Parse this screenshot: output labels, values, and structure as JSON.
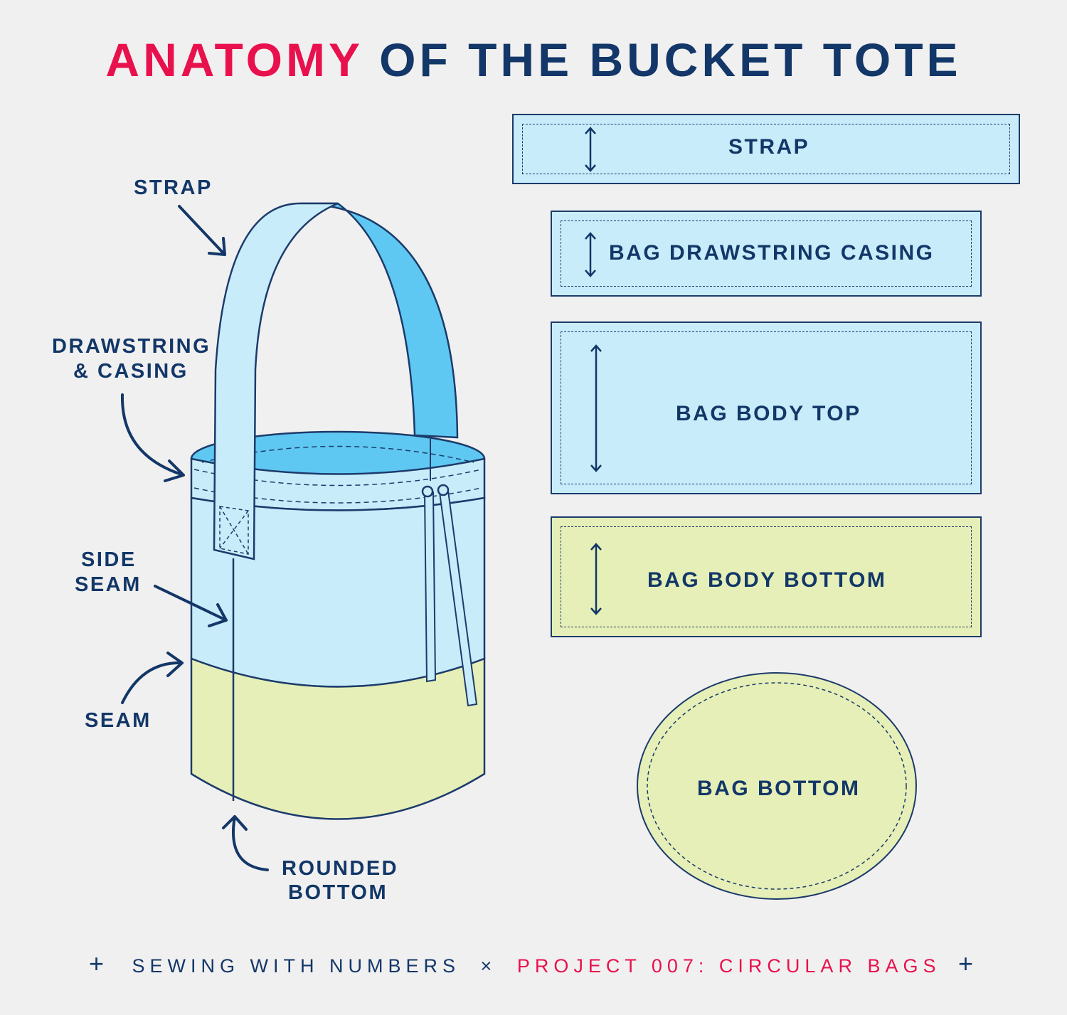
{
  "title": {
    "part1": "ANATOMY",
    "part2": "OF THE BUCKET TOTE"
  },
  "callouts": {
    "strap": "STRAP",
    "drawstring_line1": "DRAWSTRING",
    "drawstring_line2": "& CASING",
    "side_seam_line1": "SIDE",
    "side_seam_line2": "SEAM",
    "seam": "SEAM",
    "rounded_line1": "ROUNDED",
    "rounded_line2": "BOTTOM"
  },
  "pieces": {
    "strap": "STRAP",
    "casing": "BAG DRAWSTRING CASING",
    "body_top": "BAG BODY TOP",
    "body_bottom": "BAG BODY BOTTOM",
    "bag_bottom": "BAG BOTTOM"
  },
  "footer": {
    "left": "SEWING WITH NUMBERS",
    "separator": "×",
    "right": "PROJECT 007: CIRCULAR BAGS",
    "plus": "+"
  },
  "colors": {
    "brand_red": "#e8114d",
    "navy": "#123768",
    "light_blue": "#c9ecfa",
    "mid_blue": "#5ec8f2",
    "light_green": "#e6efb7",
    "background": "#f1f0f0"
  }
}
